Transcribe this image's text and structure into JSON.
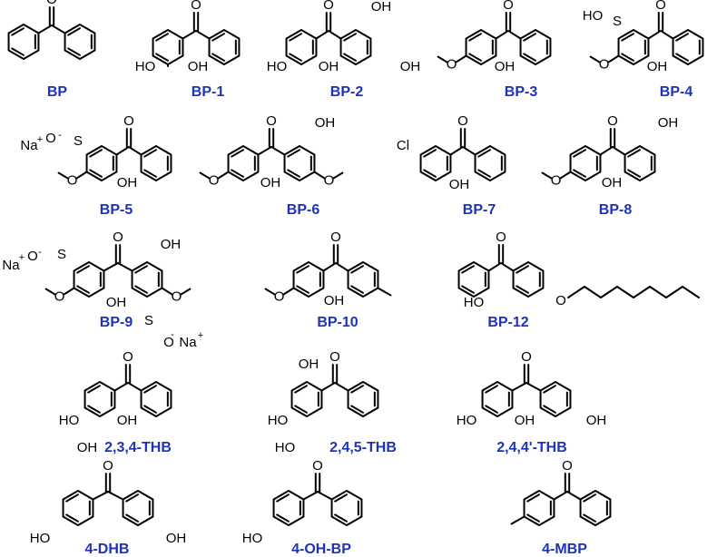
{
  "colors": {
    "label": "#1F33B8",
    "bond": "#000000",
    "background": "#ffffff"
  },
  "compounds": [
    {
      "label": "BP",
      "substituents": []
    },
    {
      "label": "BP-1",
      "substituents": [
        "HO",
        "OH"
      ]
    },
    {
      "label": "BP-2",
      "substituents": [
        "OH",
        "HO",
        "OH",
        "OH"
      ]
    },
    {
      "label": "BP-3",
      "substituents": [
        "OH"
      ]
    },
    {
      "label": "BP-4",
      "substituents": [
        "HO",
        "S",
        "OH"
      ]
    },
    {
      "label": "BP-5",
      "substituents": [
        "Na",
        "+",
        "O",
        "-",
        "S",
        "OH"
      ]
    },
    {
      "label": "BP-6",
      "substituents": [
        "OH",
        "OH"
      ]
    },
    {
      "label": "BP-7",
      "substituents": [
        "Cl",
        "OH"
      ]
    },
    {
      "label": "BP-8",
      "substituents": [
        "OH",
        "OH"
      ]
    },
    {
      "label": "BP-9",
      "substituents": [
        "Na",
        "+",
        "O",
        "-",
        "S",
        "OH",
        "OH",
        "S",
        "O",
        "-",
        "Na",
        "+"
      ]
    },
    {
      "label": "BP-10",
      "substituents": [
        "OH"
      ]
    },
    {
      "label": "BP-12",
      "substituents": [
        "HO",
        "O"
      ]
    },
    {
      "label": "2,3,4-THB",
      "substituents": [
        "HO",
        "OH",
        "OH"
      ]
    },
    {
      "label": "2,4,5-THB",
      "substituents": [
        "OH",
        "HO",
        "HO"
      ]
    },
    {
      "label": "2,4,4'-THB",
      "substituents": [
        "HO",
        "OH",
        "OH"
      ]
    },
    {
      "label": "4-DHB",
      "substituents": [
        "HO",
        "OH"
      ]
    },
    {
      "label": "4-OH-BP",
      "substituents": [
        "HO"
      ]
    },
    {
      "label": "4-MBP",
      "substituents": []
    }
  ],
  "oxygen_symbol": "O"
}
